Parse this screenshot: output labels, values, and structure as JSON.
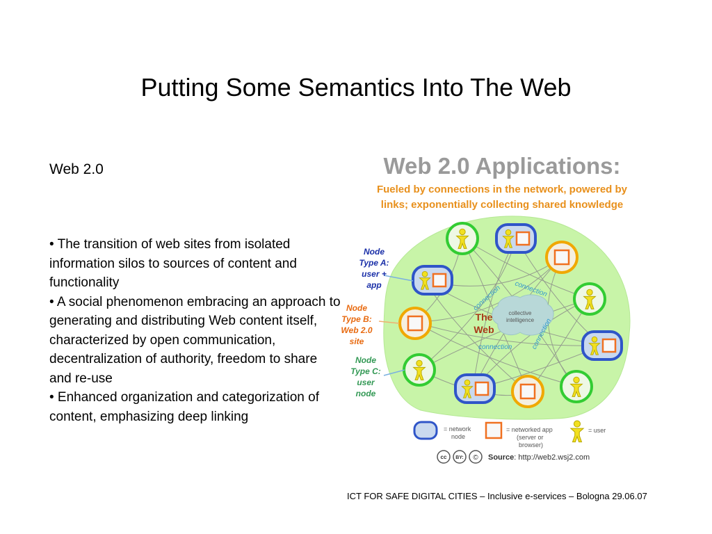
{
  "slide": {
    "title": "Putting Some Semantics Into The Web",
    "subtitle": "Web 2.0",
    "bullets": [
      "• The transition of web sites from isolated information silos to sources of content and functionality",
      "• A social phenomenon embracing an approach to generating and distributing Web content itself, characterized by open communication, decentralization of authority, freedom to share and re-use",
      "• Enhanced organization and categorization of content, emphasizing deep linking"
    ],
    "footer": "ICT FOR SAFE DIGITAL CITIES – Inclusive e-services – Bologna 29.06.07"
  },
  "diagram": {
    "heading": "Web 2.0 Applications:",
    "tagline_lines": [
      "Fueled by connections in the network, powered by",
      "links; exponentially collecting shared knowledge"
    ],
    "center_lines": [
      "The",
      "Web"
    ],
    "cloud_lines": [
      "collective",
      "intelligence"
    ],
    "connection_label": "connection",
    "node_labels": {
      "a": [
        "Node",
        "Type A:",
        "user +",
        "app"
      ],
      "b": [
        "Node",
        "Type B:",
        "Web 2.0",
        "site"
      ],
      "c": [
        "Node",
        "Type C:",
        "user",
        "node"
      ]
    },
    "legend": {
      "network_node": [
        "= network",
        "node"
      ],
      "networked_app": [
        "= networked app",
        "(server or",
        "browser)"
      ],
      "user": "= user"
    },
    "license_icons": [
      "cc",
      "BY:",
      "©"
    ],
    "source_label": "Source",
    "source_url": ": http://web2.wsj2.com",
    "colors": {
      "heading": "#9a9a9a",
      "tagline": "#e8901c",
      "blob": "#c8f4a8",
      "node_a_border": "#2f55c8",
      "node_a_fill": "#c9d9ef",
      "node_b_border": "#f0a800",
      "node_b_fill": "#f5efe0",
      "node_c_border": "#33cc33",
      "node_c_fill": "#eef8e4",
      "user": "#f2e020",
      "app": "#f07020",
      "label_a": "#1a2fa8",
      "label_b": "#e86a10",
      "label_c": "#339955",
      "connection_text": "#3399cc",
      "center_text": "#a83818"
    }
  }
}
